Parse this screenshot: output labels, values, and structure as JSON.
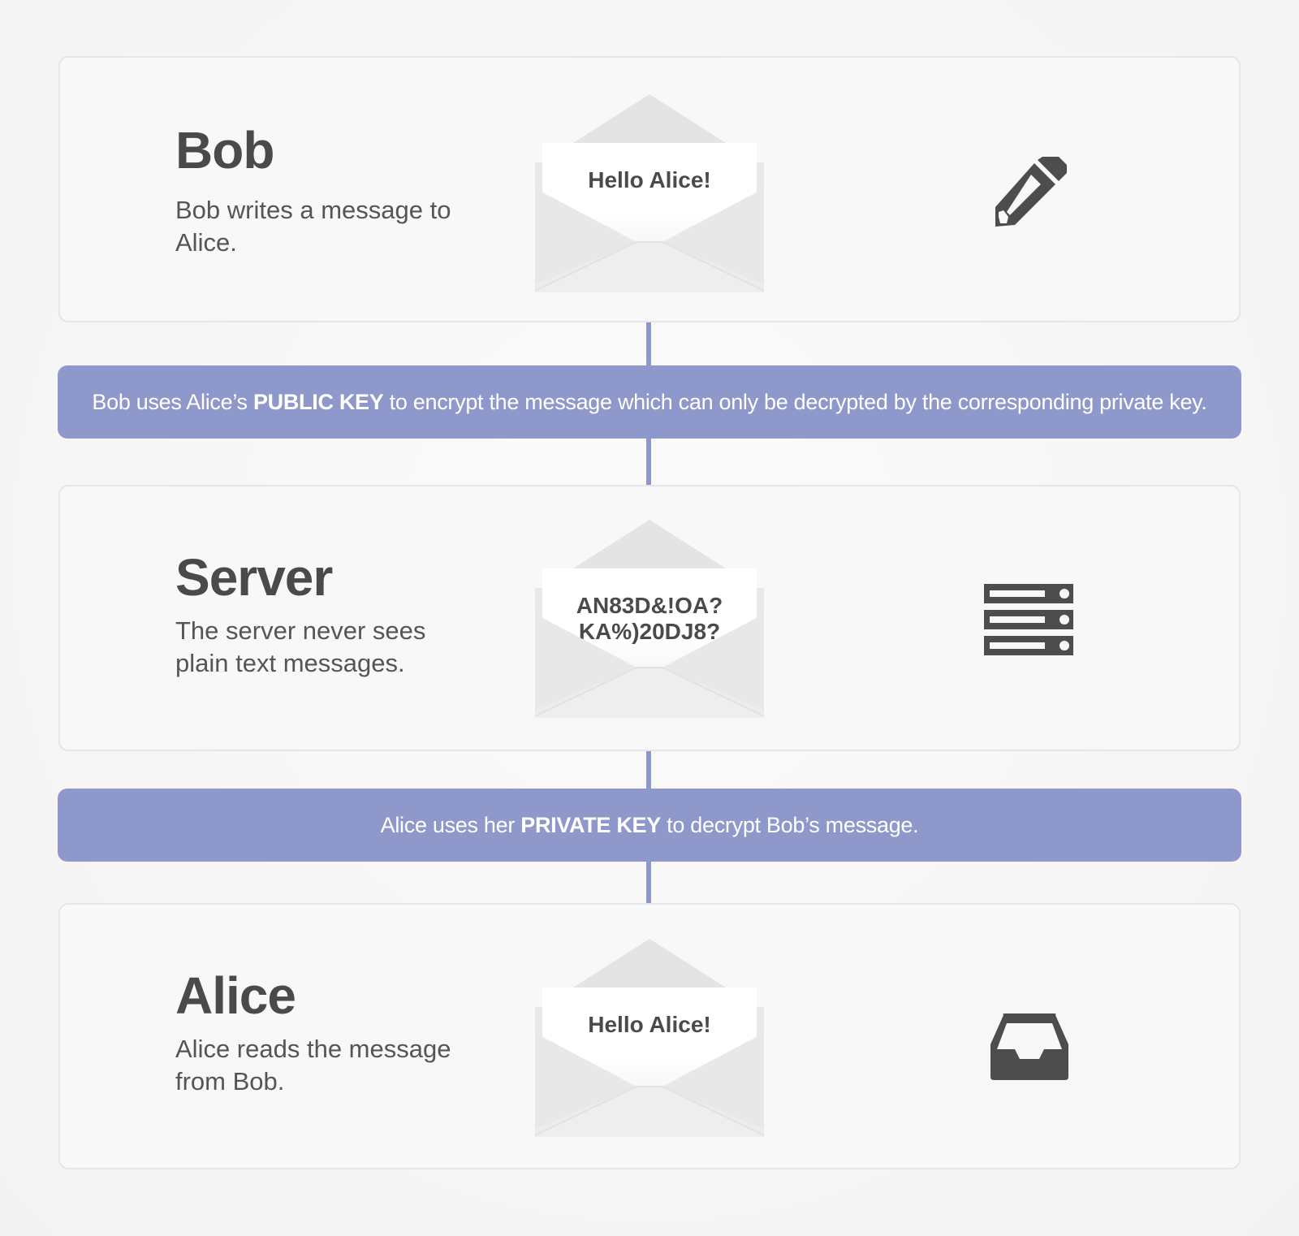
{
  "steps": [
    {
      "title": "Bob",
      "description": "Bob writes a message to Alice.",
      "letter_text": "Hello Alice!",
      "icon": "pencil-icon"
    },
    {
      "title": "Server",
      "description": "The server never sees plain text messages.",
      "letter_text": "AN83D&!OA? KA%)20DJ8?",
      "icon": "server-icon"
    },
    {
      "title": "Alice",
      "description": "Alice reads the message from Bob.",
      "letter_text": "Hello Alice!",
      "icon": "inbox-icon"
    }
  ],
  "banners": [
    {
      "prefix": "Bob uses Alice’s ",
      "key": "PUBLIC KEY",
      "suffix": " to encrypt the message which can only be decrypted by the corresponding private key."
    },
    {
      "prefix": "Alice uses her ",
      "key": "PRIVATE KEY",
      "suffix": " to decrypt Bob’s message."
    }
  ],
  "colors": {
    "accent": "#8f98cb",
    "text": "#4a4a4a",
    "card_border": "#e6e6e6",
    "background": "#f6f6f6"
  }
}
